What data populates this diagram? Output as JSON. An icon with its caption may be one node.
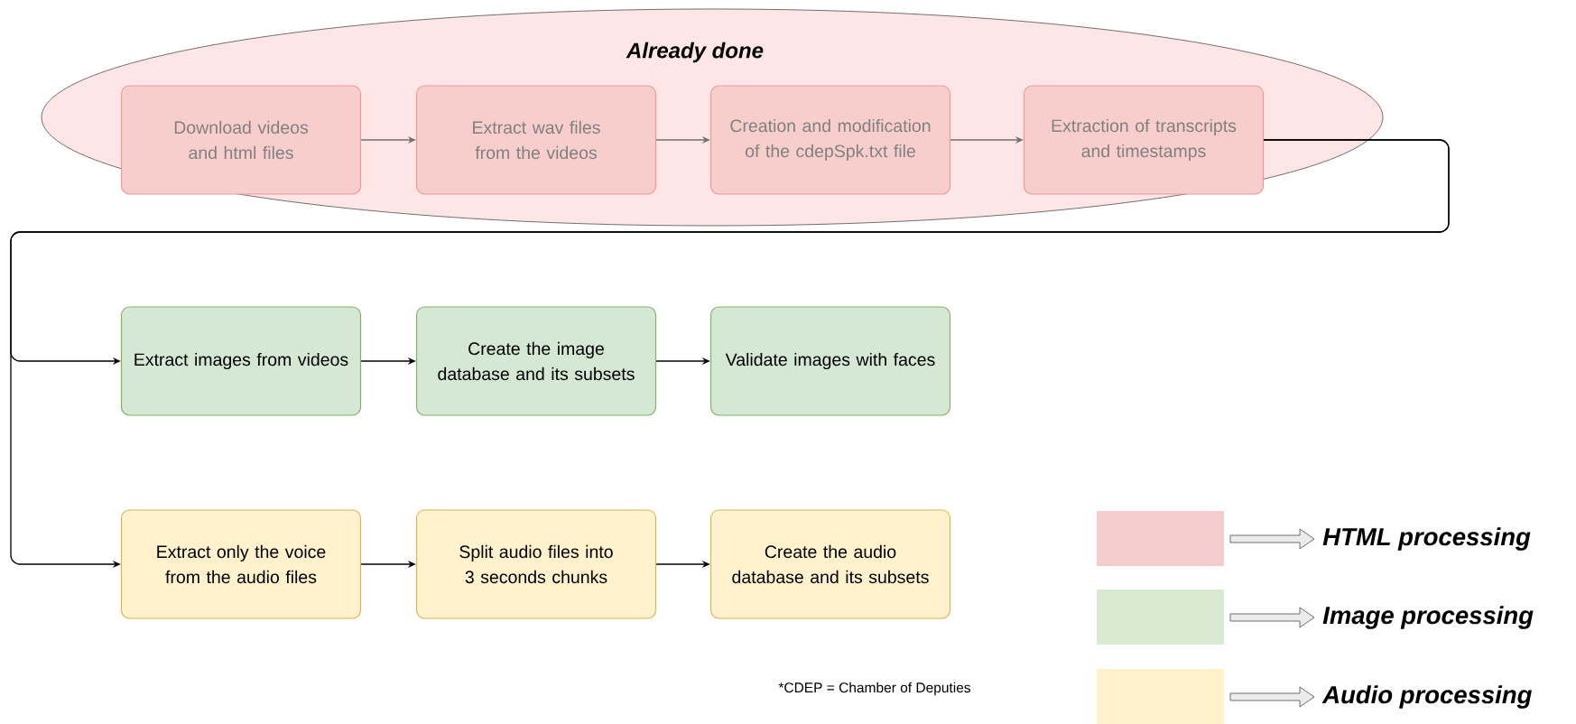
{
  "diagram": {
    "nodes": [
      {
        "text": [
          "Already done"
        ]
      },
      {
        "text": [
          "Download videos and html files"
        ],
        "in": 0
      },
      {
        "text": [
          "Extract wav files from the videos"
        ],
        "in": 0
      },
      {
        "text": [
          "Creation and modification of the cdepSpk.txt file"
        ],
        "in": 0
      },
      {
        "text": [
          "Extraction of transcripts and timestamps"
        ],
        "in": 0
      },
      {
        "text": [
          "Extract images from videos"
        ]
      },
      {
        "text": [
          "Create the image database and its subsets"
        ]
      },
      {
        "text": [
          "Validate images with faces"
        ]
      },
      {
        "text": [
          "Extract only the voice from the audio files"
        ]
      },
      {
        "text": [
          "Split audio files into 3 seconds chunks"
        ]
      },
      {
        "text": [
          "Create the audio database and its subsets"
        ]
      }
    ],
    "edges": [
      {
        "from": 1,
        "to": 2,
        "arrow": "to",
        "color": "#707070"
      },
      {
        "from": 2,
        "to": 3,
        "arrow": "to",
        "color": "#707070"
      },
      {
        "from": 3,
        "to": 4,
        "arrow": "to",
        "color": "#707070"
      },
      {
        "from": 4,
        "to": 5,
        "arrow": "to"
      },
      {
        "from": 4,
        "to": 8,
        "arrow": "to"
      },
      {
        "from": 5,
        "to": 6,
        "arrow": "to"
      },
      {
        "from": 6,
        "to": 7,
        "arrow": "to"
      },
      {
        "from": 8,
        "to": 9,
        "arrow": "to"
      },
      {
        "from": 9,
        "to": 10,
        "arrow": "to"
      }
    ],
    "labels": [
      "*CDEP = Chamber of Deputies"
    ],
    "legend": [
      {
        "text": "HTML processing",
        "color": "#f4cccc"
      },
      {
        "text": "Image processing",
        "color": "#d9ead3"
      },
      {
        "text": "Audio processing",
        "color": "#fff2cc"
      }
    ]
  }
}
